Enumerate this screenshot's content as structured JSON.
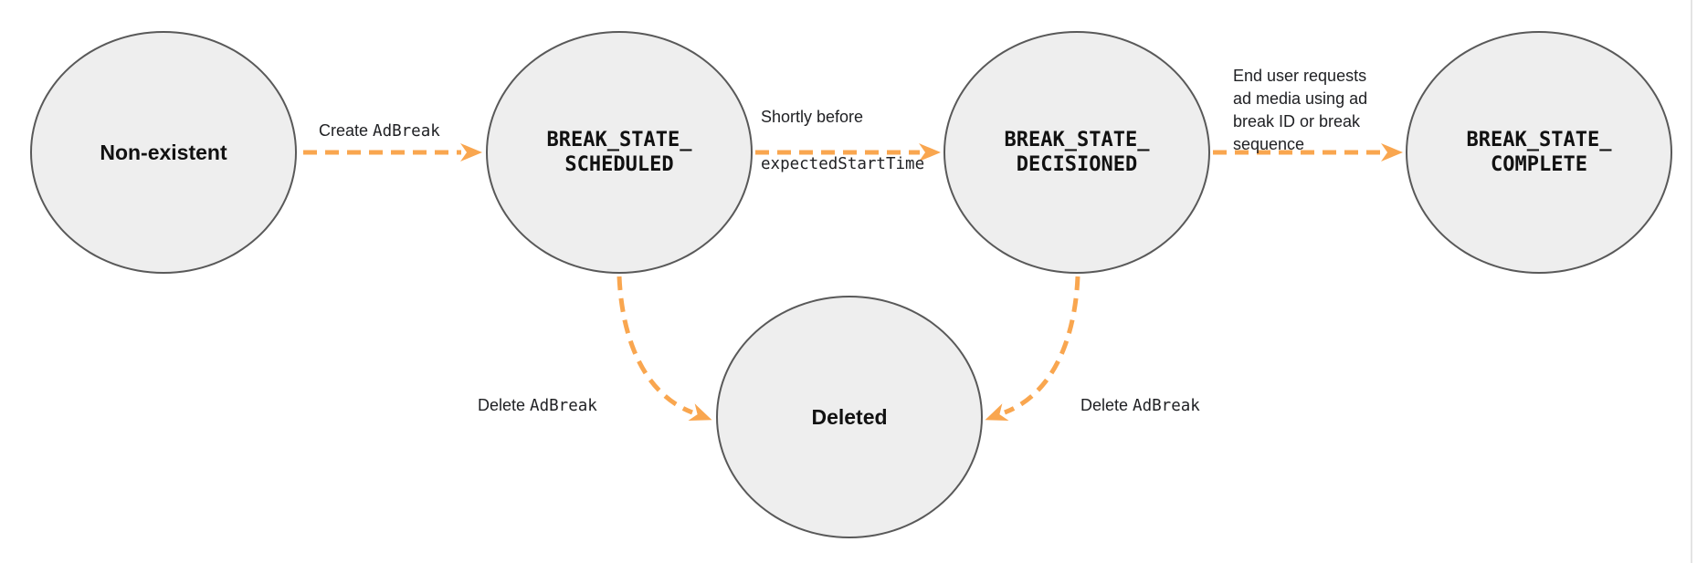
{
  "colors": {
    "arrow": "#F9A64F",
    "node_fill": "#EEEEEE",
    "node_border": "#595959"
  },
  "nodes": [
    {
      "id": "non-existent",
      "label": "Non-existent",
      "style": "sans"
    },
    {
      "id": "break-state-scheduled",
      "label": "BREAK_STATE_\nSCHEDULED",
      "style": "mono"
    },
    {
      "id": "break-state-decisioned",
      "label": "BREAK_STATE_\nDECISIONED",
      "style": "mono"
    },
    {
      "id": "break-state-complete",
      "label": "BREAK_STATE_\nCOMPLETE",
      "style": "mono"
    },
    {
      "id": "deleted",
      "label": "Deleted",
      "style": "sans"
    }
  ],
  "transitions": [
    {
      "from": "non-existent",
      "to": "break-state-scheduled",
      "label_plain": "Create ",
      "label_code": "AdBreak"
    },
    {
      "from": "break-state-scheduled",
      "to": "break-state-decisioned",
      "label_plain": "Shortly before",
      "label_code": "expectedStartTime"
    },
    {
      "from": "break-state-decisioned",
      "to": "break-state-complete",
      "label_plain": "End user requests\nad media using ad\nbreak ID or break\nsequence",
      "label_code": ""
    },
    {
      "from": "break-state-scheduled",
      "to": "deleted",
      "label_plain": "Delete ",
      "label_code": "AdBreak"
    },
    {
      "from": "break-state-decisioned",
      "to": "deleted",
      "label_plain": "Delete ",
      "label_code": "AdBreak"
    }
  ]
}
